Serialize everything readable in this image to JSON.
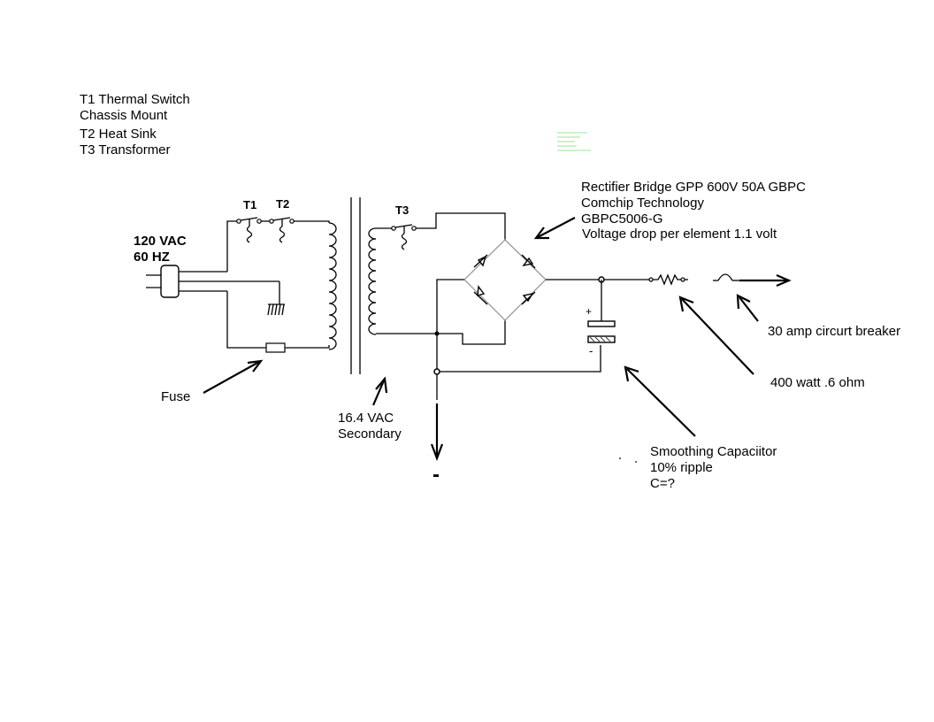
{
  "legend": {
    "t1": "T1 Thermal Switch",
    "t1_sub": "Chassis Mount",
    "t2": "T2 Heat Sink",
    "t3": "T3 Transformer"
  },
  "labels": {
    "t1": "T1",
    "t2": "T2",
    "t3": "T3",
    "input_voltage": "120 VAC",
    "input_freq": "60 HZ",
    "fuse": "Fuse",
    "secondary_voltage": "16.4 VAC",
    "secondary_word": "Secondary",
    "plus": "+",
    "minus": "-",
    "negative_output": "-",
    "rectifier_line1": "Rectifier Bridge GPP 600V 50A GBPC",
    "rectifier_line2": "Comchip Technology",
    "rectifier_line3": "GBPC5006-G",
    "rectifier_line4": "Voltage drop per element 1.1 volt",
    "breaker": "30 amp circurt breaker",
    "resistor": "400 watt .6 ohm",
    "cap_line1": "Smoothing Capaciitor",
    "cap_line2": "10% ripple",
    "cap_line3": "C=?"
  },
  "colors": {
    "ink": "#000000",
    "bridge": "#9a9a9a",
    "watermark": "#99e699"
  }
}
